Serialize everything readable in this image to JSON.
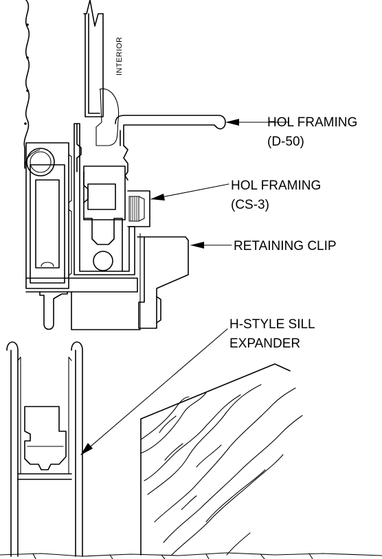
{
  "labels": {
    "interior": "INTERIOR",
    "d50_line1": "HOL FRAMING",
    "d50_line2": "(D-50)",
    "cs3_line1": "HOL FRAMING",
    "cs3_line2": "(CS-3)",
    "retaining_clip": "RETAINING CLIP",
    "sill_line1": "H-STYLE SILL",
    "sill_line2": "EXPANDER"
  }
}
